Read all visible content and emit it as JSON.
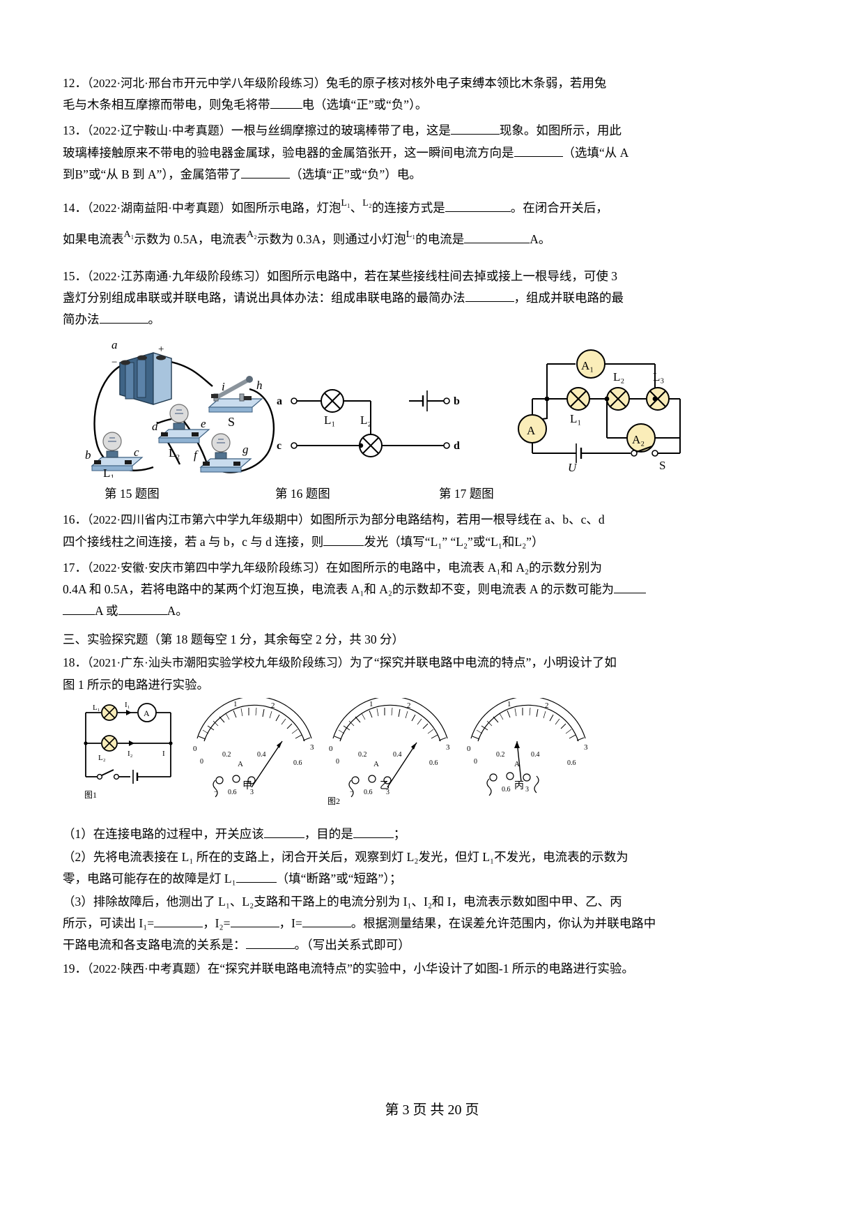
{
  "page": {
    "footer": "第 3 页 共 20 页"
  },
  "questions": [
    {
      "num": "12．",
      "source": "（2022·河北·邢台市开元中学八年级阶段练习）",
      "body_1": "兔毛的原子核对核外电子束缚本领比木条弱，若用兔",
      "body_2a": "毛与木条相互摩擦而带电，则兔毛将带",
      "body_2b": "电（选填“正”或“负”）。"
    },
    {
      "num": "13．",
      "source": "（2022·辽宁鞍山·中考真题）",
      "body_1a": "一根与丝绸摩擦过的玻璃棒带了电，这是",
      "body_1b": "现象。如图所示，用此",
      "body_2a": "玻璃棒接触原来不带电的验电器金属球，验电器的金属箔张开，这一瞬间电流方向是",
      "body_2b": "（选填“从 A",
      "body_3a": "到B”或“从 B 到 A”），金属箔带了",
      "body_3b": "（选填“正”或“负”）电。"
    },
    {
      "num": "14．",
      "source": "（2022·湖南益阳·中考真题）",
      "body_1a": "如图所示电路，灯泡",
      "lbl_L1": "L₁",
      "sep": "、",
      "lbl_L2": "L₂",
      "body_1b": "的连接方式是",
      "body_1c": "。在闭合开关后，",
      "body_2a": "如果电流表",
      "lbl_A1": "A₁",
      "body_2b": "示数为 0.5A，电流表",
      "lbl_A2": "A₂",
      "body_2c": "示数为 0.3A，则通过小灯泡",
      "lbl_L1b": "L₁",
      "body_2d": "的电流是",
      "body_2e": "A。"
    },
    {
      "num": "15．",
      "source": "（2022·江苏南通·九年级阶段练习）",
      "body_1": "如图所示电路中，若在某些接线柱间去掉或接上一根导线，可使 3",
      "body_2a": "盏灯分别组成串联或并联电路，请说出具体办法：组成串联电路的最简办法",
      "body_2b": "，组成并联电路的最",
      "body_3a": "简办法",
      "body_3b": "。"
    },
    {
      "num": "16．",
      "source": "（2022·四川省内江市第六中学九年级期中）",
      "body_1": "如图所示为部分电路结构，若用一根导线在 a、b、c、d",
      "body_2a": "四个接线柱之间连接，若 a 与 b，c 与 d 连接，则",
      "body_2b": "发光（填写“L₁” “L₂”或“L₁和L₂”）"
    },
    {
      "num": "17．",
      "source": "（2022·安徽·安庆市第四中学九年级阶段练习）",
      "body_1": "在如图所示的电路中，电流表 A₁和 A₂的示数分别为",
      "body_2": "0.4A 和 0.5A，若将电路中的某两个灯泡互换，电流表 A₁和 A₂的示数却不变，则电流表 A 的示数可能为",
      "body_3a": "A 或",
      "body_3b": "A。"
    }
  ],
  "figure_captions": {
    "c15": "第 15 题图",
    "c16": "第 16 题图",
    "c17": "第 17 题图"
  },
  "fig15": {
    "labels": {
      "a": "a",
      "b": "b",
      "c": "c",
      "d": "d",
      "e": "e",
      "f": "f",
      "g": "g",
      "h": "h",
      "i": "i",
      "plus": "+",
      "minus": "−",
      "S": "S",
      "L1": "L₁",
      "L2": "L₂"
    }
  },
  "fig16": {
    "labels": {
      "a": "a",
      "b": "b",
      "c": "c",
      "d": "d",
      "L1": "L₁",
      "L2": "L₂"
    }
  },
  "fig17": {
    "labels": {
      "A1": "A₁",
      "A2": "A₂",
      "A": "A",
      "L1": "L₁",
      "L2": "L₂",
      "L3": "L₃",
      "U": "U",
      "S": "S"
    }
  },
  "section3": {
    "title": "三、实验探究题（第 18 题每空 1 分，其余每空 2 分，共 30 分）"
  },
  "q18": {
    "num": "18．",
    "source": "（2021·广东·汕头市潮阳实验学校九年级阶段练习）",
    "body_1": "为了“探究并联电路中电流的特点”，小明设计了如",
    "body_2": "图 1 所示的电路进行实验。",
    "parts": [
      {
        "label": "（1）",
        "t1": "在连接电路的过程中，开关应该",
        "t2": "，目的是",
        "t3": "；"
      },
      {
        "label": "（2）",
        "t1": "先将电流表接在 L₁ 所在的支路上，闭合开关后，观察到灯 L₂发光，但灯 L₁不发光，电流表的示数为",
        "t2": "零，电路可能存在的故障是灯 L₁",
        "t3": "（填“断路”或“短路”）；"
      },
      {
        "label": "（3）",
        "t1": "排除故障后，他测出了 L₁、L₂支路和干路上的电流分别为 I₁、I₂和 I，电流表示数如图中甲、乙、丙",
        "t2": "所示，可读出 I₁=",
        "t3": "，I₂=",
        "t4": "，I=",
        "t5": "。根据测量结果，在误差允许范围内，你认为并联电路中",
        "t6": "干路电流和各支路电流的关系是：",
        "t7": "。（写出关系式即可）"
      }
    ]
  },
  "fig18": {
    "circuit_labels": {
      "L1": "L₁",
      "L2": "L₂",
      "I1": "I₁",
      "I2": "I₂",
      "I": "I"
    },
    "caption_left": "图1",
    "caption_right": "图2",
    "meters": [
      {
        "name": "甲",
        "ticks_top": [
          "0",
          "1",
          "2",
          "3"
        ],
        "ticks_bottom": [
          "0",
          "0.2",
          "0.4",
          "0.6"
        ],
        "unit": "A",
        "terminals": [
          "−",
          "0.6",
          "3"
        ],
        "reading": 0.48
      },
      {
        "name": "乙",
        "ticks_top": [
          "0",
          "1",
          "2",
          "3"
        ],
        "ticks_bottom": [
          "0",
          "0.2",
          "0.4",
          "0.6"
        ],
        "unit": "A",
        "terminals": [
          "−",
          "0.6",
          "3"
        ],
        "reading": 0.46
      },
      {
        "name": "丙",
        "ticks_top": [
          "0",
          "1",
          "2",
          "3"
        ],
        "ticks_bottom": [
          "0",
          "0.2",
          "0.4",
          "0.6"
        ],
        "unit": "A",
        "terminals": [
          "−",
          "0.6",
          "3"
        ],
        "reading": 0.3
      }
    ]
  },
  "q19": {
    "num": "19．",
    "source": "（2022·陕西·中考真题）",
    "body": "在“探究并联电路电流特点”的实验中，小华设计了如图-1 所示的电路进行实验。"
  }
}
